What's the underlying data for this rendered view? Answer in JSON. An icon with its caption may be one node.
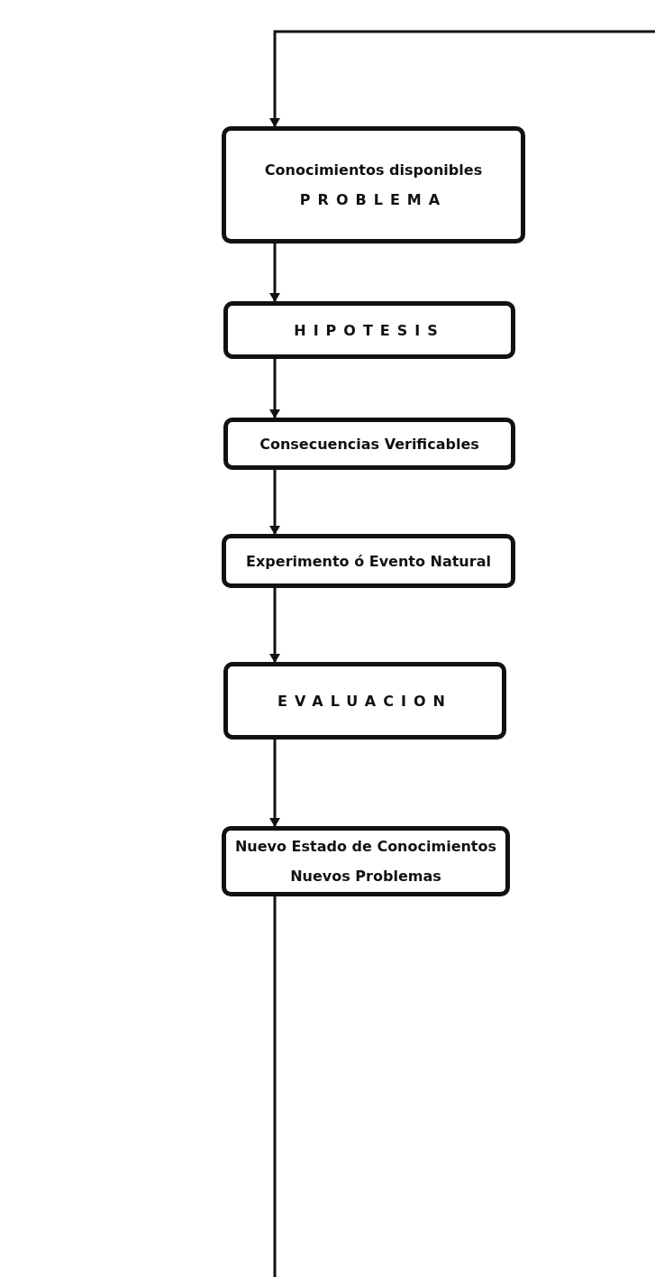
{
  "diagram": {
    "nodes": [
      {
        "text": [
          "Conocimientos disponibles",
          "PROBLEMA"
        ]
      },
      {
        "text": [
          "HIPOTESIS"
        ]
      },
      {
        "text": [
          "Consecuencias Verificables"
        ]
      },
      {
        "text": [
          "Experimento ó Evento Natural"
        ]
      },
      {
        "text": [
          "EVALUACION"
        ]
      },
      {
        "text": [
          "Nuevo Estado de Conocimientos",
          "Nuevos Problemas"
        ]
      }
    ],
    "edges": [
      {
        "from": null,
        "to": 0,
        "arrow": "to"
      },
      {
        "from": 0,
        "to": 1,
        "arrow": "to"
      },
      {
        "from": 1,
        "to": 2,
        "arrow": "to"
      },
      {
        "from": 2,
        "to": 3,
        "arrow": "to"
      },
      {
        "from": 3,
        "to": 4,
        "arrow": "to"
      },
      {
        "from": 4,
        "to": 5,
        "arrow": "to"
      },
      {
        "from": 5,
        "to": null,
        "arrow": "none"
      }
    ]
  }
}
